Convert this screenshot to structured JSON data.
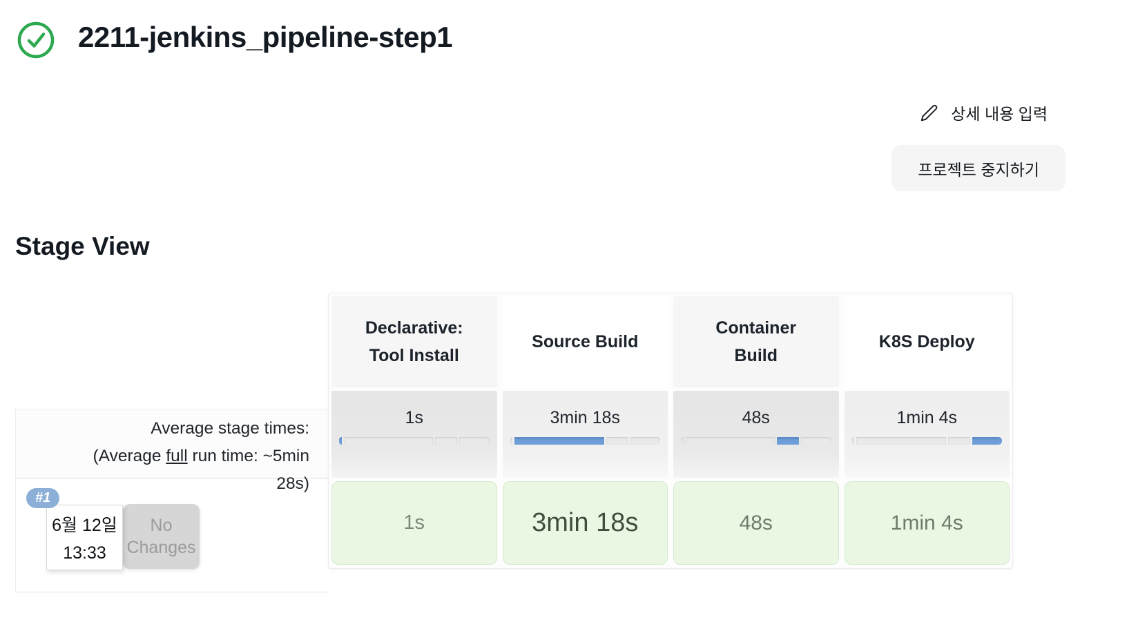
{
  "colors": {
    "success_green": "#2CA94F",
    "bar_blue": "#6D9ED8",
    "run_badge_blue": "#8BAFD7",
    "success_cell_bg": "#E9F7E3"
  },
  "header": {
    "title": "2211-jenkins_pipeline-step1",
    "status": "success"
  },
  "actions": {
    "edit_details_label": "상세 내용 입력",
    "stop_project_label": "프로젝트 중지하기"
  },
  "stage_view": {
    "heading": "Stage View",
    "avg_label": {
      "line1": "Average stage times:",
      "line2_pre": "(Average ",
      "line2_u": "full",
      "line2_post": " run time: ~5min",
      "line3": "28s)"
    },
    "bar_segments_pct": [
      1.8,
      62.2,
      15.3,
      20.7
    ],
    "columns": [
      {
        "name": "Declarative: Tool Install",
        "avg_time": "1s",
        "active_segment": 0
      },
      {
        "name": "Source Build",
        "avg_time": "3min 18s",
        "active_segment": 1
      },
      {
        "name": "Container Build",
        "avg_time": "48s",
        "active_segment": 2
      },
      {
        "name": "K8S Deploy",
        "avg_time": "1min 4s",
        "active_segment": 3
      }
    ],
    "runs": [
      {
        "id": "#1",
        "date": "6월 12일",
        "time": "13:33",
        "changes_badge": "No Changes",
        "status": "success",
        "stage_times": [
          "1s",
          "3min 18s",
          "48s",
          "1min 4s"
        ]
      }
    ]
  }
}
